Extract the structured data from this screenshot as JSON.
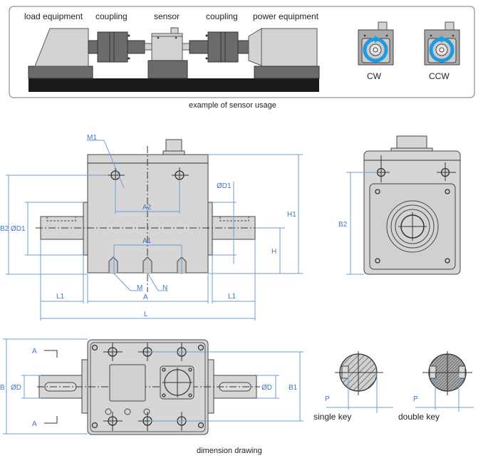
{
  "usage_panel": {
    "labels": {
      "load_equipment": "load equipment",
      "coupling_left": "coupling",
      "sensor": "sensor",
      "coupling_right": "coupling",
      "power_equipment": "power equipment"
    },
    "rotation": {
      "cw": "CW",
      "ccw": "CCW",
      "arrow_color": "#1e9be0"
    },
    "caption": "example of sensor usage"
  },
  "front_view": {
    "labels": {
      "m1": "M1",
      "a2": "A2",
      "a1": "A1",
      "m": "M",
      "n": "N",
      "a": "A",
      "l": "L",
      "l1_left": "L1",
      "l1_right": "L1",
      "d1_left": "ØD1",
      "d1_right": "ØD1",
      "b2": "B2",
      "h": "H",
      "h1": "H1"
    }
  },
  "side_view": {
    "labels": {
      "b2": "B2"
    }
  },
  "bottom_view": {
    "labels": {
      "b": "B",
      "section_a_top": "A",
      "section_a_bottom": "A",
      "d_left": "ØD",
      "d_right": "ØD",
      "b1": "B1"
    }
  },
  "key_sections": {
    "single": {
      "p": "P",
      "caption": "single key"
    },
    "double": {
      "p": "P",
      "caption": "double key"
    }
  },
  "caption": "dimension drawing",
  "colors": {
    "dimension": "#3f76c0",
    "body": "#d6d6d6",
    "base": "#1b1b1b"
  }
}
